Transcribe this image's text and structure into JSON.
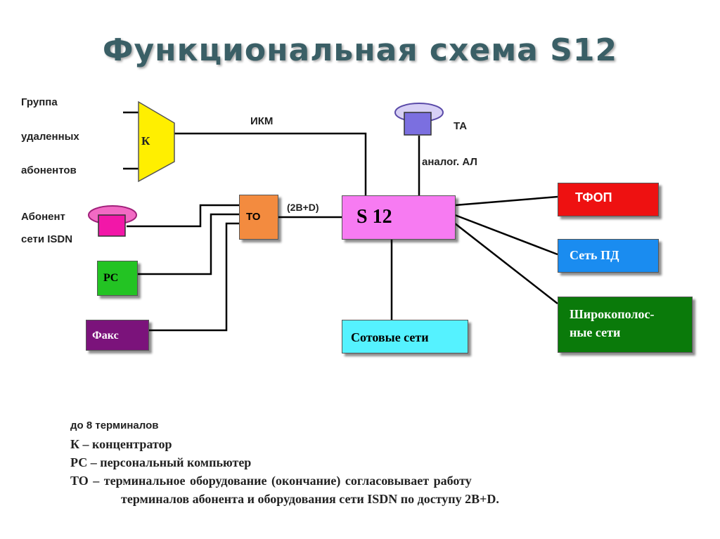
{
  "title": "Функциональная схема S12",
  "left_group": {
    "line1": "Группа",
    "line2": "удаленных",
    "line3": "абонентов"
  },
  "isdn_subscriber": {
    "line1": "Абонент",
    "line2": "сети ISDN"
  },
  "concentrator": {
    "label": "К",
    "color": "#ffef00"
  },
  "ikm_label": "ИКМ",
  "ta_label": "ТА",
  "analog_label": "аналог. АЛ",
  "to_box": {
    "label": "ТО",
    "color": "#f38b3f"
  },
  "link_label": "(2B+D)",
  "s12_box": {
    "label": "S 12",
    "color": "#f77bf2"
  },
  "pc_box": {
    "label": "PC",
    "color": "#23c323"
  },
  "fax_box": {
    "label": "Факс",
    "color": "#7b137b"
  },
  "cellular_box": {
    "label": "Сотовые сети",
    "color": "#55f2ff"
  },
  "tfop_box": {
    "label": "ТФОП",
    "color": "#ee1111"
  },
  "data_net_box": {
    "label": "Сеть ПД",
    "color": "#1a8cf0"
  },
  "broadband_box": {
    "line1": "Широкополос-",
    "line2": "ные сети",
    "color": "#0a7a0a"
  },
  "legend": {
    "terminals": "до 8 терминалов",
    "k_def": "К – концентратор",
    "pc_def": "РС – персональный компьютер",
    "to_def_line1": "ТО  –  терминальное  оборудование  (окончание)  согласовывает  работу",
    "to_def_line2": "терминалов абонента  и оборудования сети ISDN по доступу 2В+D."
  }
}
